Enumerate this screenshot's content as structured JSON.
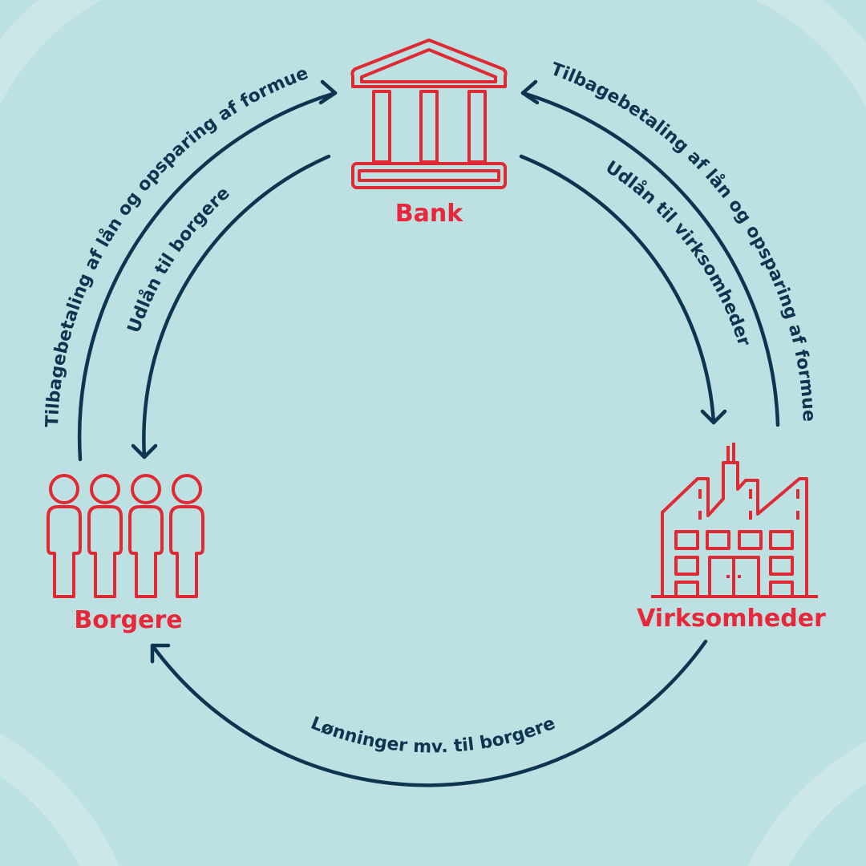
{
  "nodes": {
    "bank": "Bank",
    "citizens": "Borgere",
    "companies": "Virksomheder"
  },
  "flows": {
    "citizens_to_bank": "Tilbagebetaling af lån og opsparing af formue",
    "bank_to_citizens": "Udlån til borgere",
    "companies_to_bank": "Tilbagebetaling af lån og opsparing af formue",
    "bank_to_companies": "Udlån til virksomheder",
    "companies_to_citizens": "Lønninger mv. til borgere"
  },
  "colors": {
    "background": "#bde0e2",
    "arrow": "#0e3550",
    "accent": "#e02a33"
  }
}
